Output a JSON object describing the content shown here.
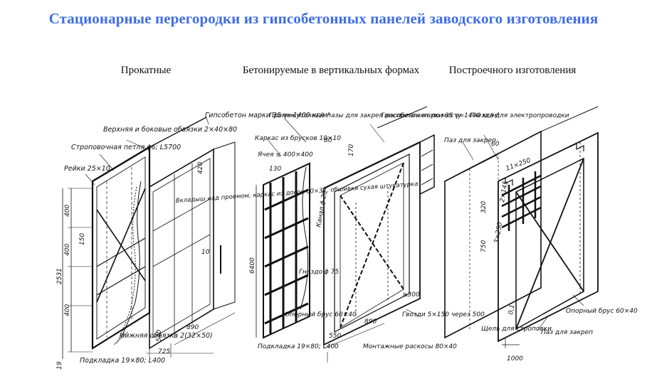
{
  "title": "Стационарные перегородки из гипсобетонных панелей заводского изготовления",
  "captions": {
    "c1": "Прокатные",
    "c2": "Бетонируемые в вертикальных формах",
    "c3": "Построечного изготовления"
  },
  "labels": {
    "top_side": "Верхняя и боковые обвязки 2×40×80",
    "gips1": "Гипсобетон марки 35 γ=1400 кг/м³",
    "loop": "Строповочная петля ϕ6; L5700",
    "rail": "Рейки 25×10",
    "insert": "Вкладыш над проемом, каркас из досок 60×32, обшивка сухая штукатурка",
    "bottom": "Нижняя обвязка 2(32×50)",
    "pad1": "Подкладка 19×80; L400",
    "d400a": "400",
    "d150": "150",
    "d400b": "400",
    "d400c": "400",
    "d2531": "2531",
    "d19": "19",
    "d890a": "890",
    "d725": "725",
    "d540": "540",
    "d420": "420",
    "d10": "10",
    "gaps": "Промежуточные пазы для закреп располагают по месту",
    "frame": "Каркас из брусков 10×10",
    "cell": "Ячея ≤ 400×400",
    "gips2": "Гипсобетон марки 35 γ=1400 кг/м³",
    "channel": "Канал ϕ 20",
    "nest": "Гнездо ϕ 75",
    "d6400": "6400",
    "d80": "80",
    "d130": "130",
    "d170": "170",
    "support1": "Опорный брус 60×40",
    "pad2": "Подкладка 19×80; L400",
    "mount": "Монтажные раскосы 80×40",
    "nails": "Гвозди 5×150 через 500",
    "d300": "≥300",
    "d890b": "890",
    "d550": "550",
    "nests_el": "Гнезда для электропроводки",
    "slot": "Паз для закреп",
    "d11x250": "11×250",
    "d2x145": "2×145",
    "d3x250": "3×250",
    "d320": "320",
    "d750": "750",
    "d60": "60",
    "d1000": "1000",
    "d01": "0,1",
    "support2": "Опорный брус 60×40",
    "sling": "Щель для строповки",
    "slot2": "Паз для закреп"
  }
}
